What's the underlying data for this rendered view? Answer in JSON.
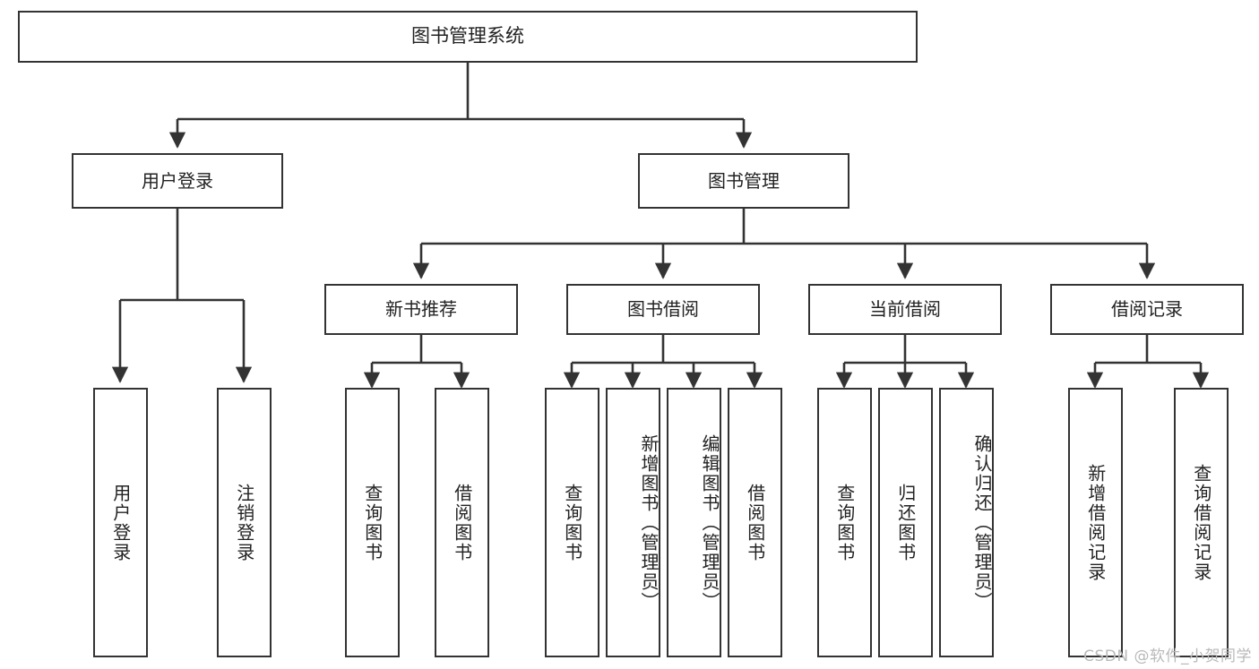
{
  "diagram": {
    "title": "图书管理系统",
    "watermark": "CSDN @软件_小贺同学",
    "stroke_color": "#333333",
    "background_color": "#ffffff",
    "text_color": "#222222",
    "watermark_color": "#b9b9b9"
  },
  "root": {
    "label": "图书管理系统"
  },
  "level2": [
    {
      "label": "用户登录"
    },
    {
      "label": "图书管理"
    }
  ],
  "level3": [
    {
      "label": "新书推荐"
    },
    {
      "label": "图书借阅"
    },
    {
      "label": "当前借阅"
    },
    {
      "label": "借阅记录"
    }
  ],
  "leaves": {
    "user_login": [
      {
        "label": "用户登录"
      },
      {
        "label": "注销登录"
      }
    ],
    "new_book_recommend": [
      {
        "label": "查询图书"
      },
      {
        "label": "借阅图书"
      }
    ],
    "book_borrow": [
      {
        "label": "查询图书"
      },
      {
        "label": "新增图书（管理员）"
      },
      {
        "label": "编辑图书（管理员）"
      },
      {
        "label": "借阅图书"
      }
    ],
    "current_borrow": [
      {
        "label": "查询图书"
      },
      {
        "label": "归还图书"
      },
      {
        "label": "确认归还（管理员）"
      }
    ],
    "borrow_record": [
      {
        "label": "新增借阅记录"
      },
      {
        "label": "查询借阅记录"
      }
    ]
  }
}
